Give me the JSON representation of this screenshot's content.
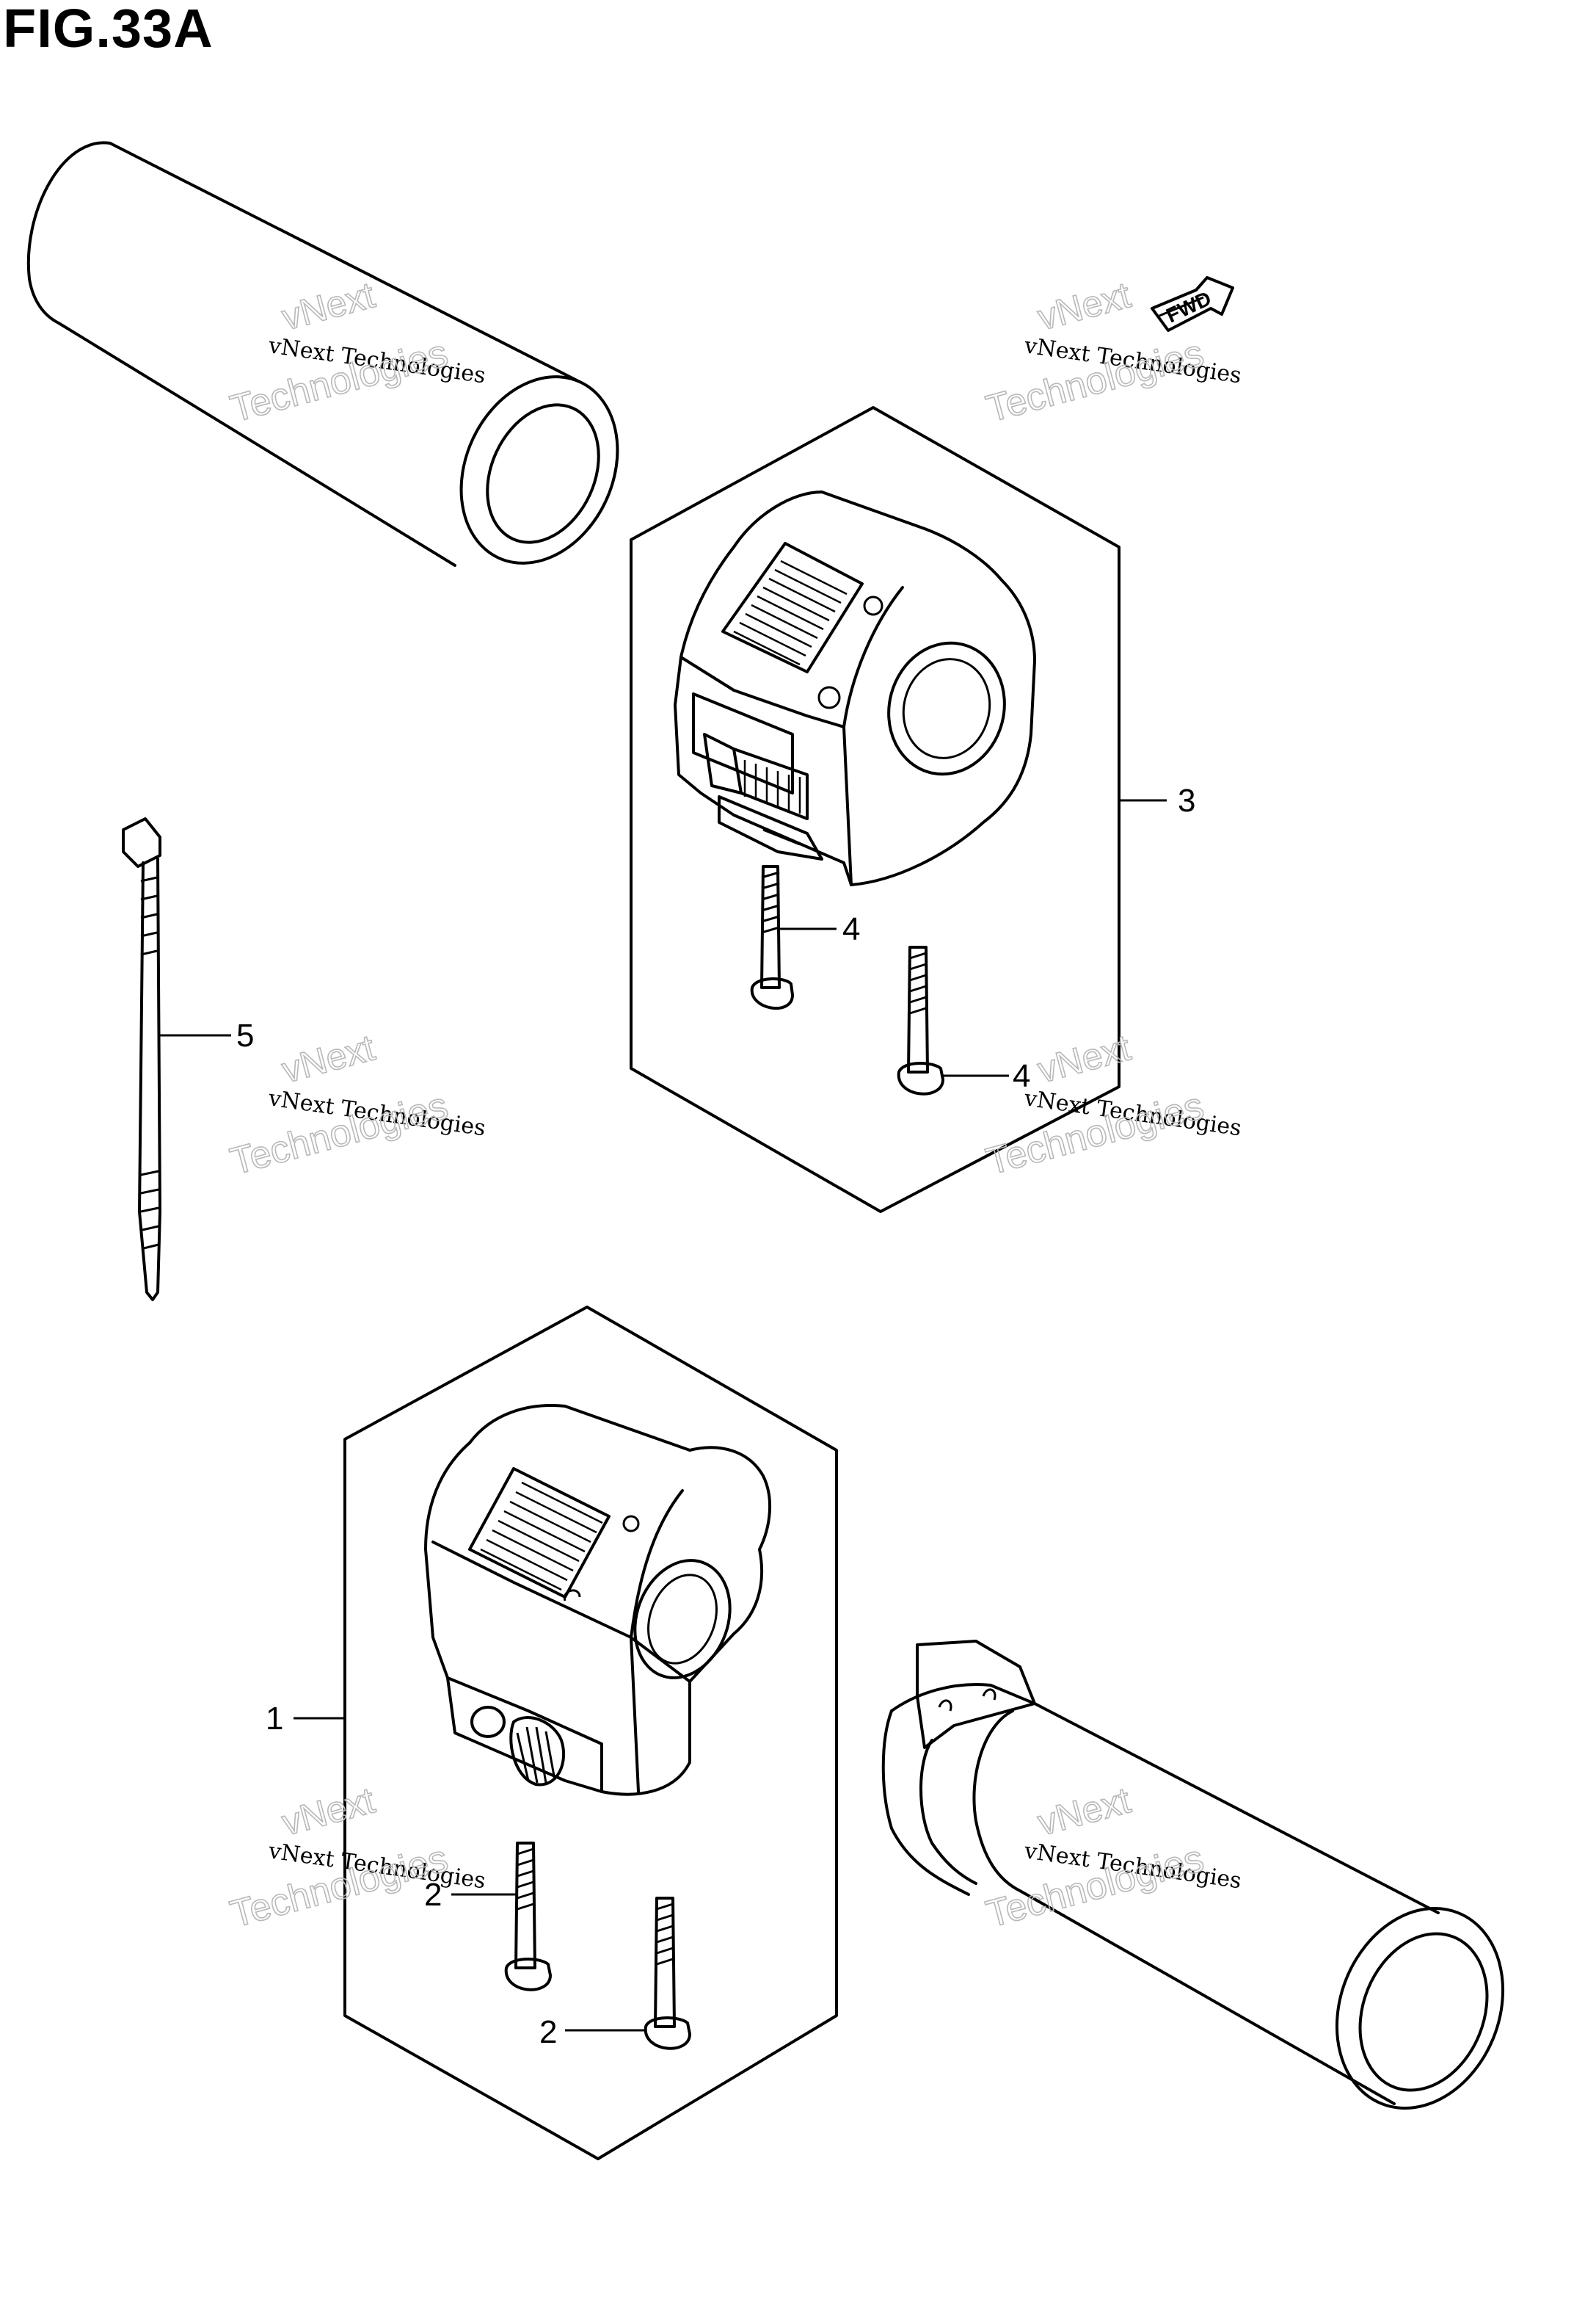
{
  "figure": {
    "title": "FIG.33A"
  },
  "fwd_label": "FWD",
  "callouts": [
    {
      "id": "1",
      "label": "1"
    },
    {
      "id": "2a",
      "label": "2"
    },
    {
      "id": "2b",
      "label": "2"
    },
    {
      "id": "3",
      "label": "3"
    },
    {
      "id": "4a",
      "label": "4"
    },
    {
      "id": "4b",
      "label": "4"
    },
    {
      "id": "5",
      "label": "5"
    }
  ],
  "watermark": {
    "line_top": "vNext",
    "line_main": "vNext Technologies",
    "line_outline": "Technologies"
  }
}
